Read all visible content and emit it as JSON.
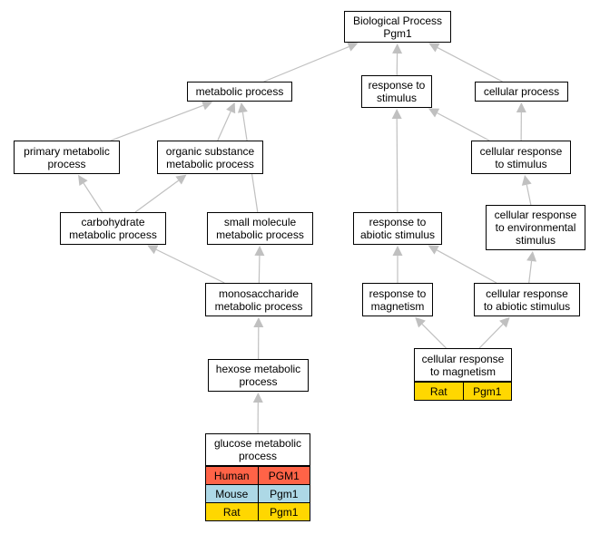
{
  "nodes": {
    "root": "Biological Process\nPgm1",
    "metabolic": "metabolic process",
    "response_stimulus": "response to\nstimulus",
    "cellular": "cellular process",
    "primary": "primary metabolic\nprocess",
    "organic": "organic substance\nmetabolic process",
    "cell_resp_stim": "cellular response\nto stimulus",
    "carbohydrate": "carbohydrate\nmetabolic process",
    "small_molecule": "small molecule\nmetabolic process",
    "abiotic": "response to\nabiotic stimulus",
    "cell_resp_env": "cellular response\nto environmental\nstimulus",
    "monosaccharide": "monosaccharide\nmetabolic process",
    "magnetism": "response to\nmagnetism",
    "cell_resp_abiotic": "cellular response\nto abiotic stimulus",
    "cell_resp_magnetism": "cellular response\nto magnetism",
    "hexose": "hexose metabolic\nprocess",
    "glucose": "glucose metabolic\nprocess"
  },
  "annotations": {
    "cell_resp_magnetism": [
      {
        "species": "Rat",
        "gene": "Pgm1",
        "color": "#FFD700"
      }
    ],
    "glucose": [
      {
        "species": "Human",
        "gene": "PGM1",
        "color": "#FF6347"
      },
      {
        "species": "Mouse",
        "gene": "Pgm1",
        "color": "#ADD8E6"
      },
      {
        "species": "Rat",
        "gene": "Pgm1",
        "color": "#FFD700"
      }
    ]
  },
  "edges": [
    [
      "metabolic",
      "root"
    ],
    [
      "response_stimulus",
      "root"
    ],
    [
      "cellular",
      "root"
    ],
    [
      "primary",
      "metabolic"
    ],
    [
      "organic",
      "metabolic"
    ],
    [
      "small_molecule",
      "metabolic"
    ],
    [
      "carbohydrate",
      "primary"
    ],
    [
      "carbohydrate",
      "organic"
    ],
    [
      "monosaccharide",
      "carbohydrate"
    ],
    [
      "monosaccharide",
      "small_molecule"
    ],
    [
      "hexose",
      "monosaccharide"
    ],
    [
      "glucose",
      "hexose"
    ],
    [
      "abiotic",
      "response_stimulus"
    ],
    [
      "cell_resp_stim",
      "response_stimulus"
    ],
    [
      "cell_resp_stim",
      "cellular"
    ],
    [
      "cell_resp_env",
      "cell_resp_stim"
    ],
    [
      "cell_resp_abiotic",
      "cell_resp_env"
    ],
    [
      "cell_resp_abiotic",
      "abiotic"
    ],
    [
      "magnetism",
      "abiotic"
    ],
    [
      "cell_resp_magnetism",
      "magnetism"
    ],
    [
      "cell_resp_magnetism",
      "cell_resp_abiotic"
    ]
  ],
  "colors": {
    "edge": "#C0C0C0",
    "border": "#000000"
  }
}
